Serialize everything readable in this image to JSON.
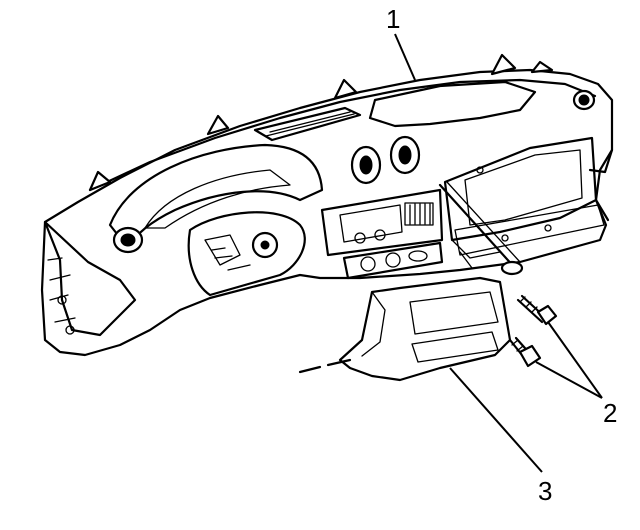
{
  "callouts": {
    "instrument_panel": "1",
    "bolts": "2",
    "lower_trim_panel": "3"
  },
  "colors": {
    "line": "#000000",
    "background": "#ffffff"
  }
}
